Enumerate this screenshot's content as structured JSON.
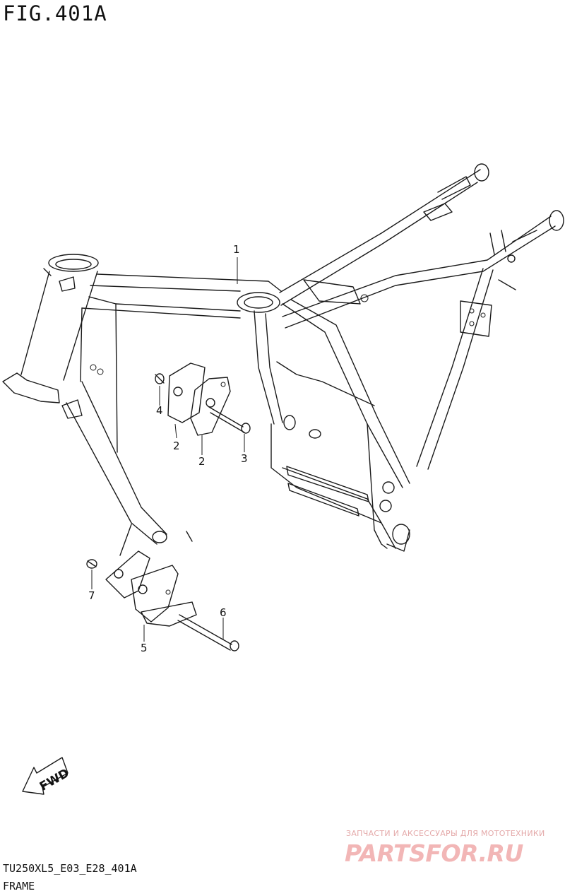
{
  "figure": {
    "title": "FIG.401A"
  },
  "parts": [
    {
      "number": "1"
    },
    {
      "number": "2"
    },
    {
      "number": "2"
    },
    {
      "number": "3"
    },
    {
      "number": "4"
    },
    {
      "number": "5"
    },
    {
      "number": "6"
    },
    {
      "number": "7"
    }
  ],
  "direction_marker": {
    "label": "FWD",
    "icon": "arrow-fwd-icon"
  },
  "footer": {
    "code": "TU250XL5_E03_E28_401A",
    "name": "FRAME"
  },
  "watermark": {
    "tagline": "ЗАПЧАСТИ И АКСЕССУАРЫ ДЛЯ МОТОТЕХНИКИ",
    "brand": "PARTSFOR.RU",
    "color": "#f2b6b6"
  }
}
